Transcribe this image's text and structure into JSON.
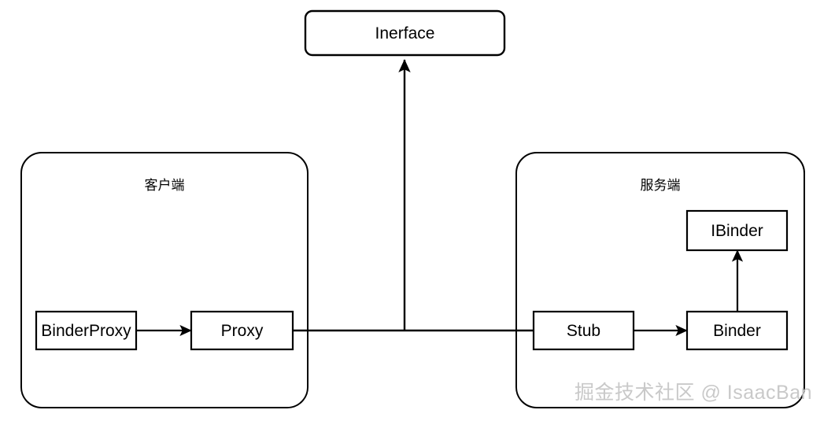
{
  "diagram": {
    "title_note": "Android Binder IPC architecture",
    "stroke_color": "#000000",
    "fill_color": "#ffffff",
    "watermark_color": "#c9c9c9",
    "groups": [
      {
        "id": "client",
        "label": "客户端"
      },
      {
        "id": "server",
        "label": "服务端"
      }
    ],
    "nodes": [
      {
        "id": "interface",
        "label": "Inerface"
      },
      {
        "id": "binderproxy",
        "label": "BinderProxy"
      },
      {
        "id": "proxy",
        "label": "Proxy"
      },
      {
        "id": "stub",
        "label": "Stub"
      },
      {
        "id": "binder",
        "label": "Binder"
      },
      {
        "id": "ibinder",
        "label": "IBinder"
      }
    ],
    "edges": [
      {
        "from": "binderproxy",
        "to": "proxy",
        "arrow": true
      },
      {
        "from": "proxy",
        "to": "stub",
        "arrow": false
      },
      {
        "from": "stub",
        "to": "binder",
        "arrow": true
      },
      {
        "from": "binder",
        "to": "ibinder",
        "arrow": true
      },
      {
        "from": "bus",
        "to": "interface",
        "arrow": true
      }
    ],
    "watermark": "掘金技术社区 @ IsaacBan"
  }
}
